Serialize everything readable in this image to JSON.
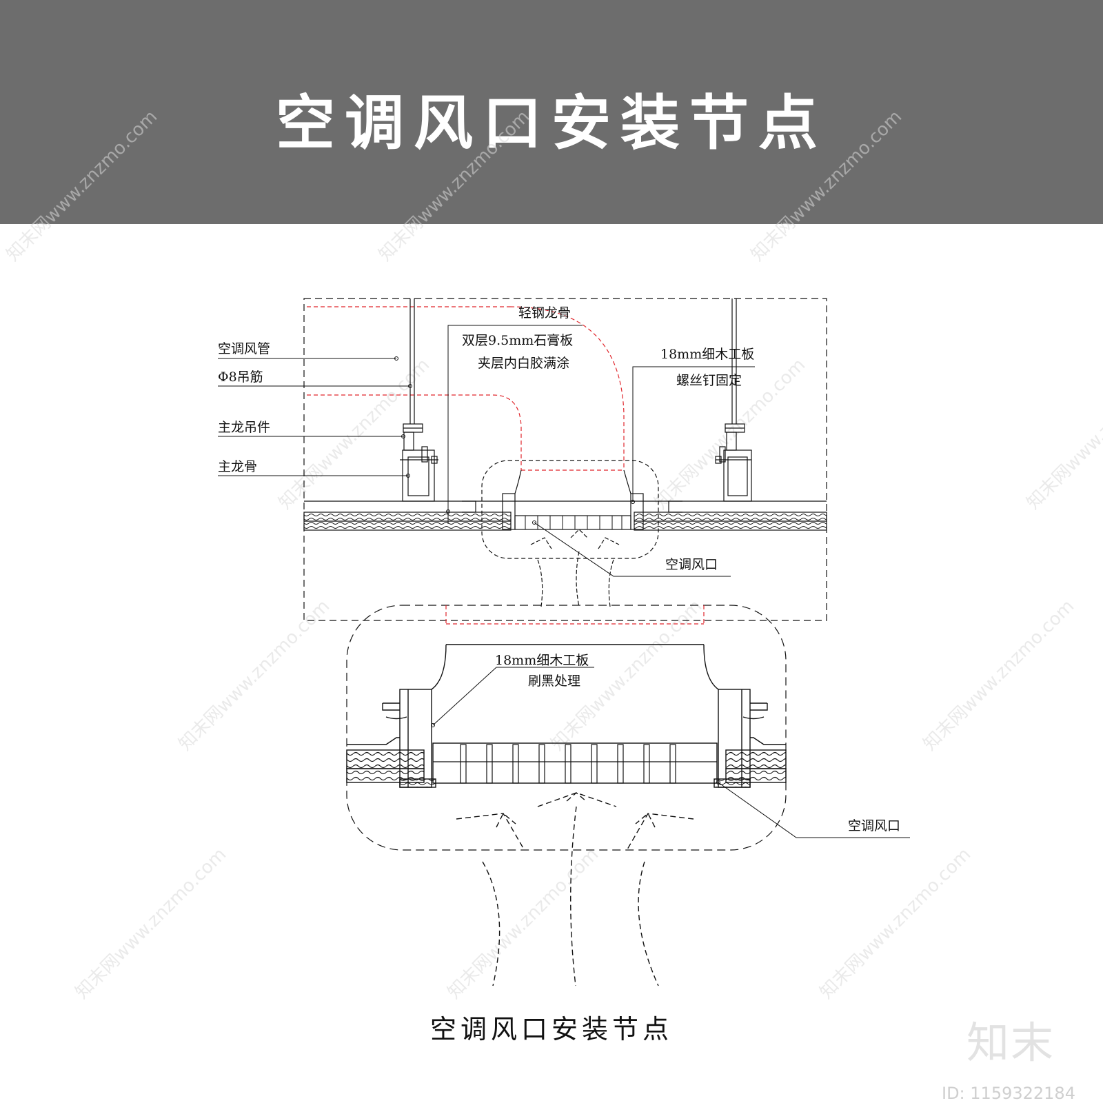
{
  "title": "空调风口安装节点",
  "caption": "空调风口安装节点",
  "brand": "知末",
  "id_text": "ID: 1159322184",
  "watermark": "知末网www.znzmo.com",
  "colors": {
    "banner": "#6d6d6d",
    "line": "#111111",
    "hidden": "#e0262c",
    "watermark": "#d9d9d9"
  },
  "labels": {
    "duct": "空调风管",
    "rod": "Φ8吊筋",
    "hanger": "主龙吊件",
    "main_keel": "主龙骨",
    "light_keel": "轻钢龙骨",
    "gypsum_1": "双层9.5mm石膏板",
    "gypsum_2": "夹层内白胶满涂",
    "plywood_top_1": "18mm细木工板",
    "plywood_top_2": "螺丝钉固定",
    "vent_top": "空调风口",
    "plywood_bottom_1": "18mm细木工板",
    "plywood_bottom_2": "刷黑处理",
    "vent_bottom": "空调风口"
  }
}
